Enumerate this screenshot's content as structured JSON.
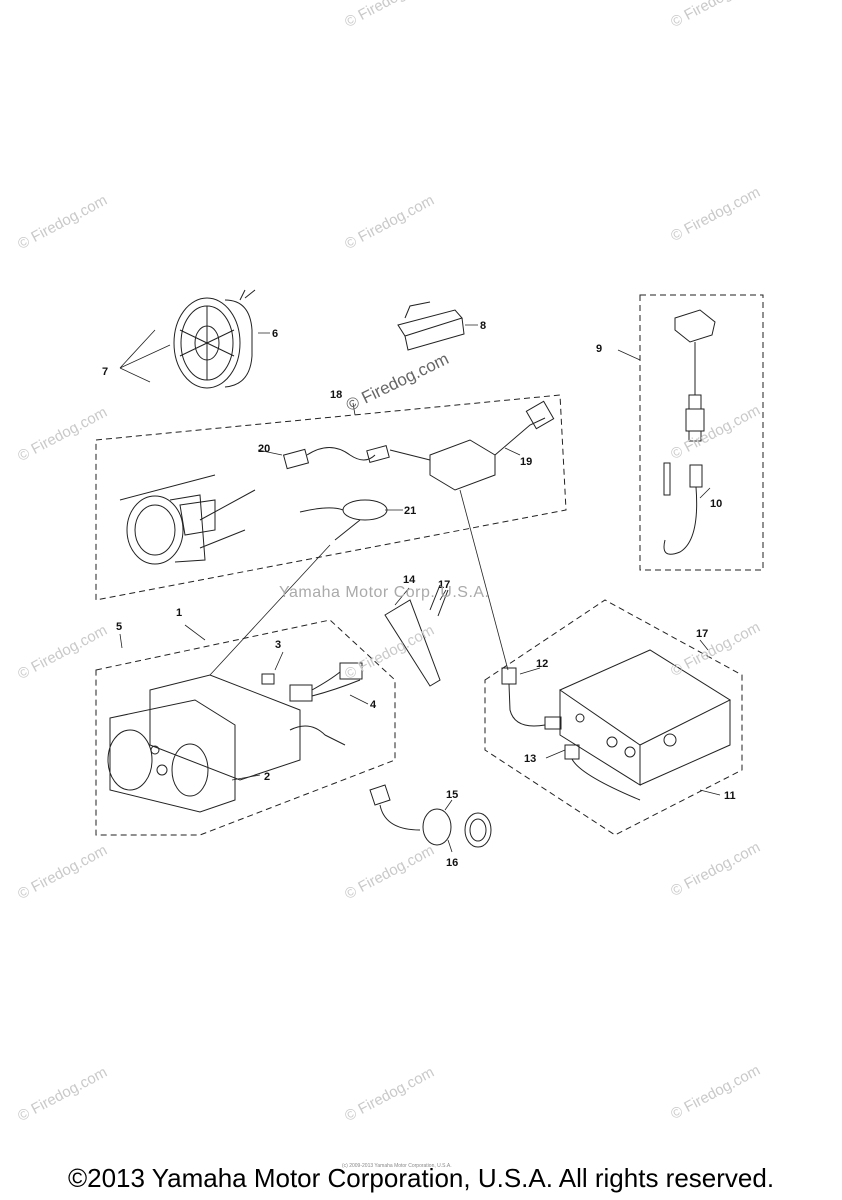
{
  "watermark_text": "© Firedog.com",
  "center_watermark": "© Firedog.com",
  "yamaha_watermark": "Yamaha Motor Corp. U.S.A.",
  "tiny_copyright": "(c) 2009-2013 Yamaha Motor Corporation, U.S.A.",
  "footer": "©2013 Yamaha Motor Corporation, U.S.A. All rights reserved.",
  "callouts": [
    "1",
    "2",
    "3",
    "4",
    "5",
    "6",
    "7",
    "8",
    "9",
    "10",
    "11",
    "12",
    "13",
    "14",
    "15",
    "16",
    "17",
    "17",
    "18",
    "19",
    "20",
    "21"
  ]
}
